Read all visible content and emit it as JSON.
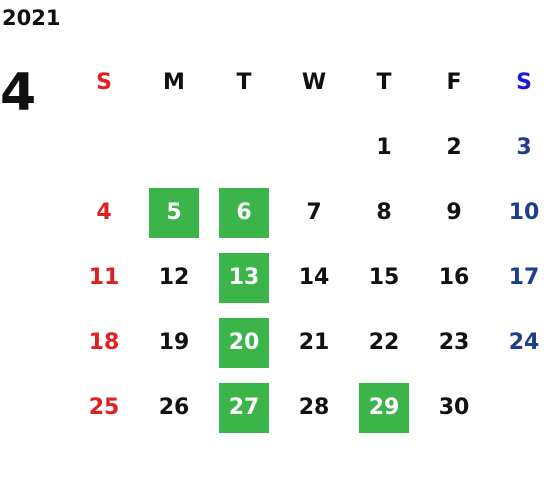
{
  "year": "2021",
  "month": "4",
  "weekdays": [
    "S",
    "M",
    "T",
    "W",
    "T",
    "F",
    "S"
  ],
  "colors": {
    "sunday": "#e02020",
    "saturday_header": "#1a1ad8",
    "saturday": "#1f3d8f",
    "highlight": "#3bb44a",
    "text": "#111111"
  },
  "weeks": [
    [
      {
        "label": ""
      },
      {
        "label": ""
      },
      {
        "label": ""
      },
      {
        "label": ""
      },
      {
        "label": "1"
      },
      {
        "label": "2"
      },
      {
        "label": "3"
      }
    ],
    [
      {
        "label": "4"
      },
      {
        "label": "5",
        "highlighted": true
      },
      {
        "label": "6",
        "highlighted": true
      },
      {
        "label": "7"
      },
      {
        "label": "8"
      },
      {
        "label": "9"
      },
      {
        "label": "10"
      }
    ],
    [
      {
        "label": "11"
      },
      {
        "label": "12"
      },
      {
        "label": "13",
        "highlighted": true
      },
      {
        "label": "14"
      },
      {
        "label": "15"
      },
      {
        "label": "16"
      },
      {
        "label": "17"
      }
    ],
    [
      {
        "label": "18"
      },
      {
        "label": "19"
      },
      {
        "label": "20",
        "highlighted": true
      },
      {
        "label": "21"
      },
      {
        "label": "22"
      },
      {
        "label": "23"
      },
      {
        "label": "24"
      }
    ],
    [
      {
        "label": "25"
      },
      {
        "label": "26"
      },
      {
        "label": "27",
        "highlighted": true
      },
      {
        "label": "28"
      },
      {
        "label": "29",
        "highlighted": true
      },
      {
        "label": "30"
      },
      {
        "label": ""
      }
    ]
  ]
}
